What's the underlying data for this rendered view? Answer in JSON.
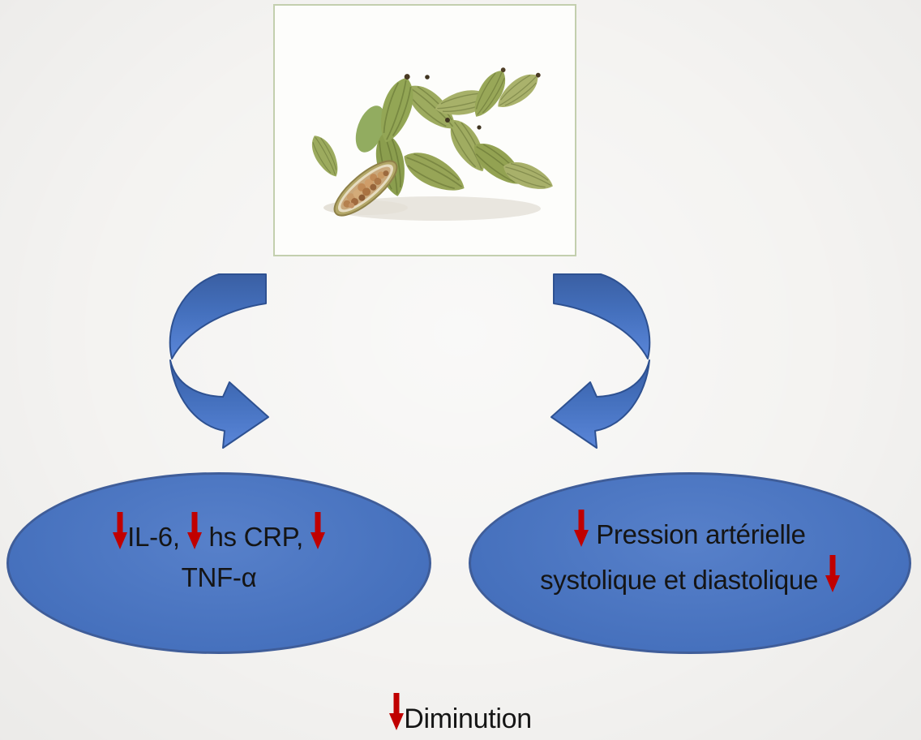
{
  "colors": {
    "background": "#f4f3f1",
    "text": "#151515",
    "ellipse_fill": "#4472c4",
    "ellipse_border": "#3f5d99",
    "curved_arrow_outline": "#2e5191",
    "red_arrow": "#c00000",
    "photo_border": "#c3cfae"
  },
  "left_ellipse": {
    "line1_part1": "IL-6, ",
    "line1_part2": " hs CRP, ",
    "line2": "TNF-α"
  },
  "right_ellipse": {
    "line1": " Pression artérielle",
    "line2": "systolique et diastolique "
  },
  "legend": {
    "label": "Diminution"
  }
}
